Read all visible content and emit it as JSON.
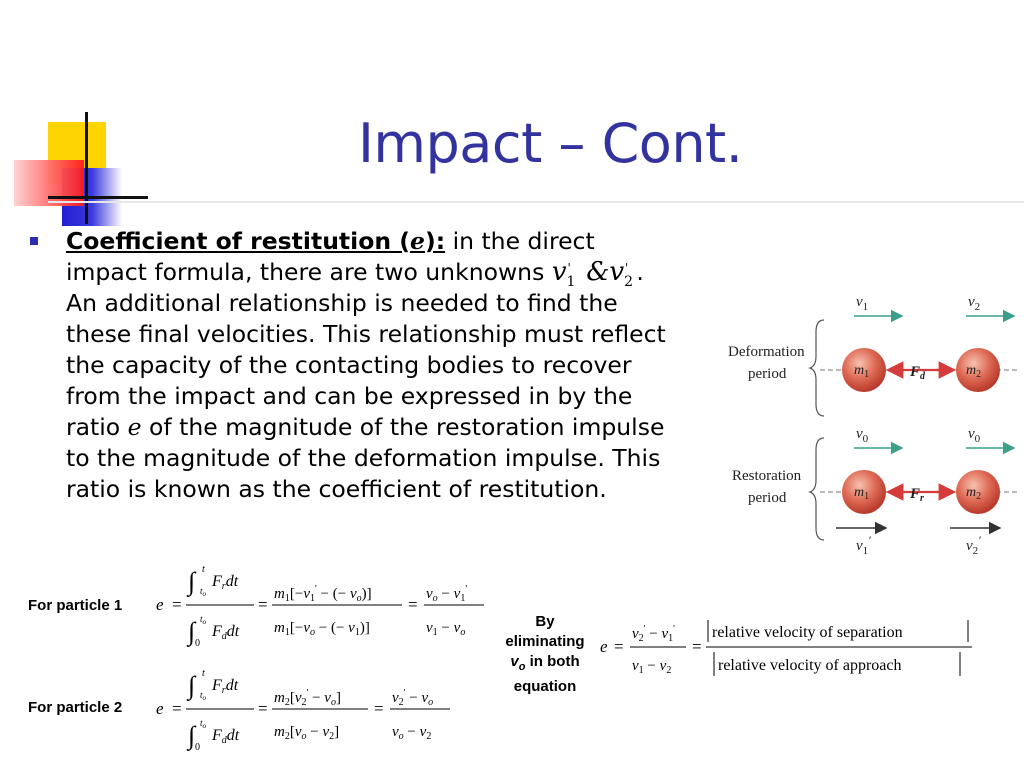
{
  "slide": {
    "title": "Impact – Cont."
  },
  "bullet": {
    "term": "Coefficient of restitution (",
    "term_symbol": "e",
    "term_close": "):",
    "line1_rest": " in the direct",
    "line2_prefix": "impact formula, there are two unknowns",
    "unknown_v1": "v",
    "unknown_v1_sub": "1",
    "unknown_amp": "&",
    "unknown_v2": "v",
    "unknown_v2_sub": "2",
    "prime": "'",
    "line2_end": ".",
    "line3": "An additional relationship is needed to find the",
    "line4": "these final velocities. This relationship must reflect",
    "line5": "the capacity of the contacting bodies to recover",
    "line6": "from the impact and can be expressed in by the",
    "line7_prefix": "ratio ",
    "line7_symbol": "e",
    "line7_rest": " of the magnitude of the restoration impulse",
    "line8": "to the magnitude of the deformation impulse. This",
    "line9": "ratio is known as the coefficient of restitution."
  },
  "figure": {
    "deformation_label": [
      "Deformation",
      "period"
    ],
    "restoration_label": [
      "Restoration",
      "period"
    ],
    "v1": "v",
    "v1_sub": "1",
    "v2": "v",
    "v2_sub": "2",
    "v0": "v",
    "v0_sub": "0",
    "m1": "m",
    "m1_sub": "1",
    "m2": "m",
    "m2_sub": "2",
    "fd": "F",
    "fd_sub": "d",
    "fr": "F",
    "fr_sub": "r",
    "v1p": "v",
    "v1p_sub": "1",
    "v2p": "v",
    "v2p_sub": "2",
    "prime": "′"
  },
  "equations": {
    "particle1_label": "For particle 1",
    "particle2_label": "For particle 2",
    "eliminating_text": [
      "By",
      "eliminating",
      "v",
      "o",
      " in both",
      "equation"
    ],
    "e": "e",
    "eq": "=",
    "int_t": "t",
    "int_to": "t",
    "int_to_sub": "o",
    "int_0": "0",
    "Fr": "F",
    "Fr_sub": "r",
    "dt": "dt",
    "Fd": "F",
    "Fd_sub": "d",
    "m1": "m",
    "m1_sub": "1",
    "m2": "m",
    "m2_sub": "2",
    "rel_sep": "relative velocity of separation",
    "rel_app": "relative velocity of approach"
  }
}
